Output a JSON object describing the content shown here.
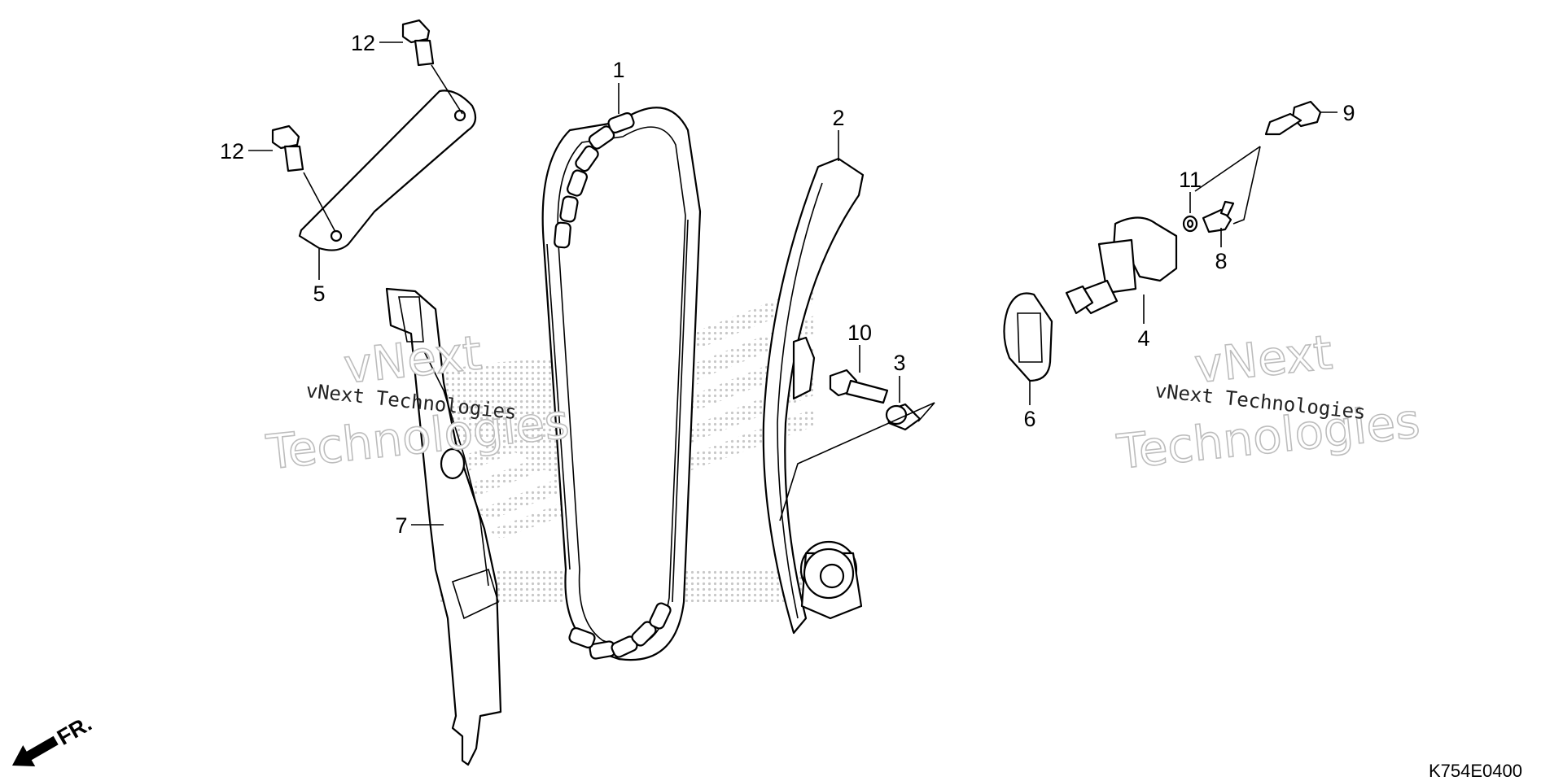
{
  "diagram": {
    "callouts": [
      {
        "id": "1",
        "label": "1"
      },
      {
        "id": "2",
        "label": "2"
      },
      {
        "id": "3",
        "label": "3"
      },
      {
        "id": "4",
        "label": "4"
      },
      {
        "id": "5",
        "label": "5"
      },
      {
        "id": "6",
        "label": "6"
      },
      {
        "id": "7",
        "label": "7"
      },
      {
        "id": "8",
        "label": "8"
      },
      {
        "id": "9",
        "label": "9"
      },
      {
        "id": "10",
        "label": "10"
      },
      {
        "id": "11",
        "label": "11"
      },
      {
        "id": "12a",
        "label": "12"
      },
      {
        "id": "12b",
        "label": "12"
      }
    ],
    "front_indicator": "FR.",
    "diagram_code": "K754E0400"
  },
  "watermarks": {
    "small_text": "vNext Technologies",
    "big_line1": "vNext",
    "big_line2": "Technologies"
  },
  "colors": {
    "ink": "#000000",
    "background": "#ffffff",
    "watermark_dots": "#c8c8c8"
  }
}
